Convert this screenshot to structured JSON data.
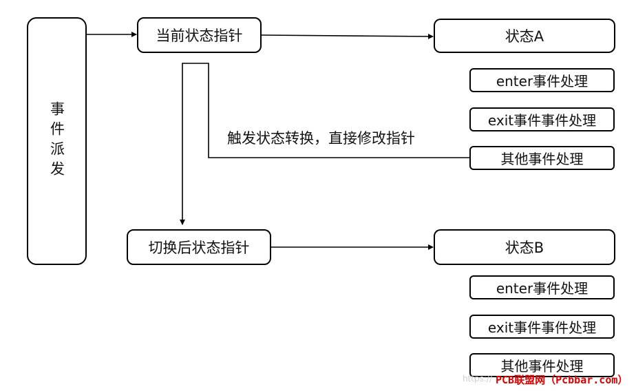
{
  "dispatch": {
    "label": "事件派发"
  },
  "current_pointer": {
    "label": "当前状态指针"
  },
  "state_a": {
    "label": "状态A",
    "handlers": [
      "enter事件处理",
      "exit事件事件处理",
      "其他事件处理"
    ]
  },
  "trigger_note": "触发状态转换，直接修改指针",
  "next_pointer": {
    "label": "切换后状态指针"
  },
  "state_b": {
    "label": "状态B",
    "handlers": [
      "enter事件处理",
      "exit事件事件处理",
      "其他事件处理"
    ]
  },
  "watermark": {
    "text": "PCB联盟网（Pcbbar.com）",
    "faint_text": "https://"
  }
}
